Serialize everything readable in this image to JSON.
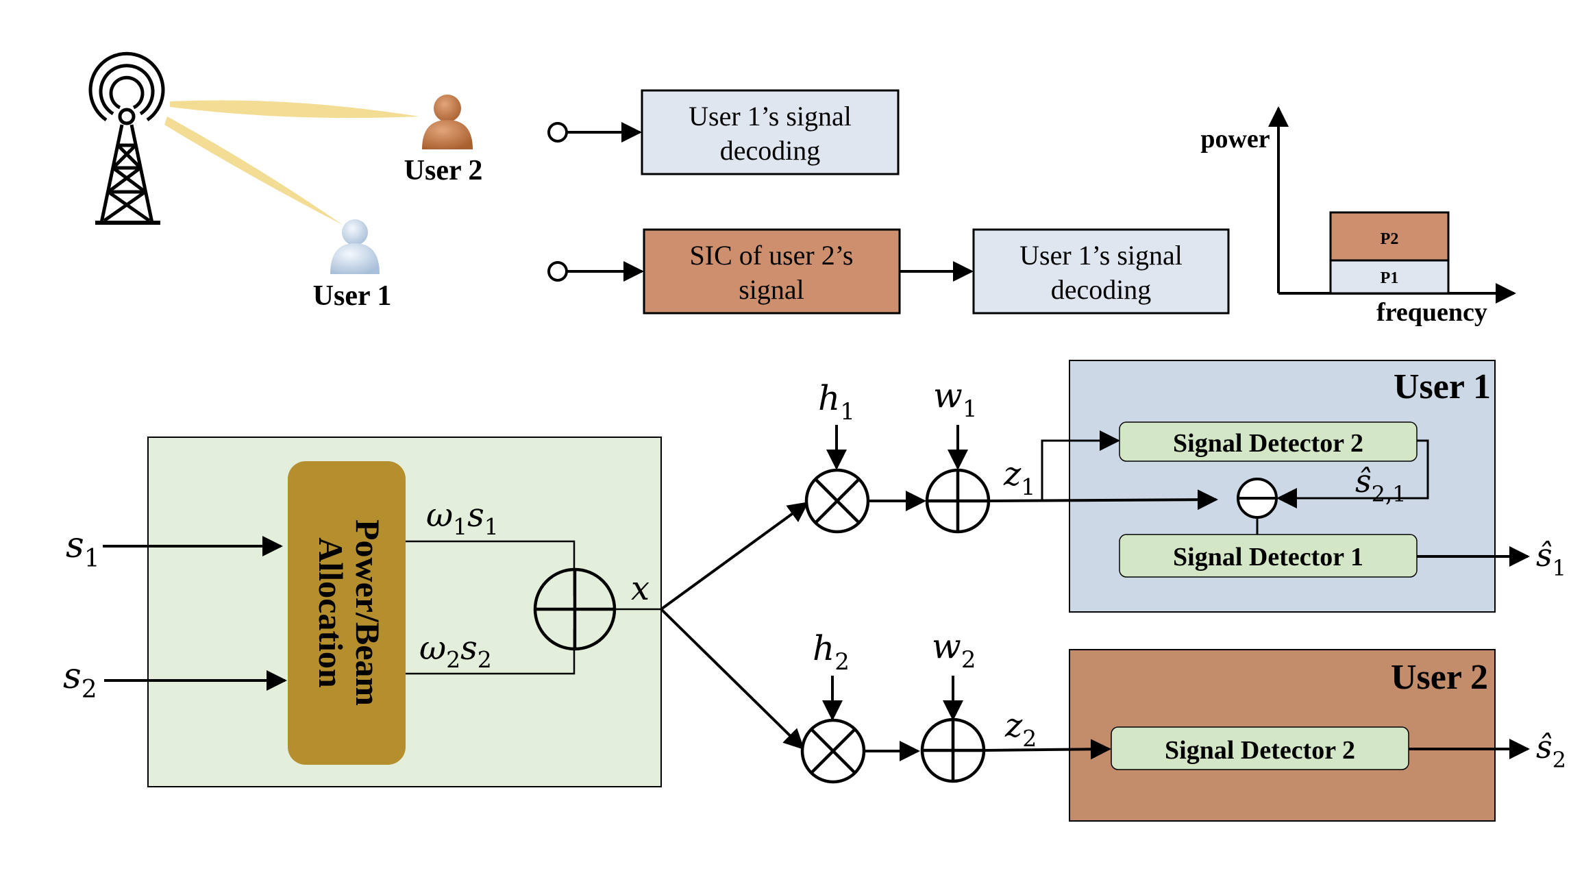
{
  "scenario": {
    "user2_label": "User 2",
    "user1_label": "User 1",
    "icons": [
      "antenna-tower-icon",
      "user-person-icon"
    ],
    "colors": {
      "beam": "#f3dc94",
      "user2": "#c07b45",
      "user1": "#c6d9ee"
    }
  },
  "decoding": {
    "row1": {
      "box": "User 1’s signal decoding",
      "line1": "User 1’s signal",
      "line2": "decoding"
    },
    "row2": {
      "sic": "SIC of user 2’s signal",
      "sic_line1": "SIC of user 2’s",
      "sic_line2": "signal",
      "box": "User 1’s signal decoding",
      "line1": "User 1’s signal",
      "line2": "decoding"
    },
    "colors": {
      "light_box": "#e0e6ef",
      "sic_box": "#cd8f6d"
    }
  },
  "power_plot": {
    "y_label": "power",
    "x_label": "frequency",
    "p1_label": "P1",
    "p2_label": "P2",
    "colors": {
      "p1": "#e0e6ef",
      "p2": "#cd8f6d"
    }
  },
  "transmitter": {
    "block_label": "Power/Beam Allocation",
    "block_line1": "Power/Beam",
    "block_line2": "Allocation",
    "inputs": [
      {
        "sym": "s",
        "sub": "1"
      },
      {
        "sym": "s",
        "sub": "2"
      }
    ],
    "weighted": [
      {
        "w": "ω",
        "wsub": "1",
        "s": "s",
        "ssub": "1"
      },
      {
        "w": "ω",
        "wsub": "2",
        "s": "s",
        "ssub": "2"
      }
    ],
    "sum_output": "x",
    "colors": {
      "panel": "#e3eedb",
      "block": "#b58e2d"
    }
  },
  "channels": [
    {
      "h": "h",
      "hsub": "1",
      "w": "w",
      "wsub": "1",
      "z": "z",
      "zsub": "1"
    },
    {
      "h": "h",
      "hsub": "2",
      "w": "w",
      "wsub": "2",
      "z": "z",
      "zsub": "2"
    }
  ],
  "user1_rx": {
    "title": "User 1",
    "detector_top": "Signal Detector 2",
    "detector_bottom": "Signal Detector 1",
    "feedback": {
      "sym": "ŝ",
      "sub": "2,1"
    },
    "output": {
      "sym": "ŝ",
      "sub": "1"
    },
    "colors": {
      "panel": "#cdd8e6",
      "detector": "#d3e6c5"
    }
  },
  "user2_rx": {
    "title": "User 2",
    "detector": "Signal Detector 2",
    "output": {
      "sym": "ŝ",
      "sub": "2"
    },
    "colors": {
      "panel": "#c38c6b",
      "detector": "#d3e6c5"
    }
  }
}
